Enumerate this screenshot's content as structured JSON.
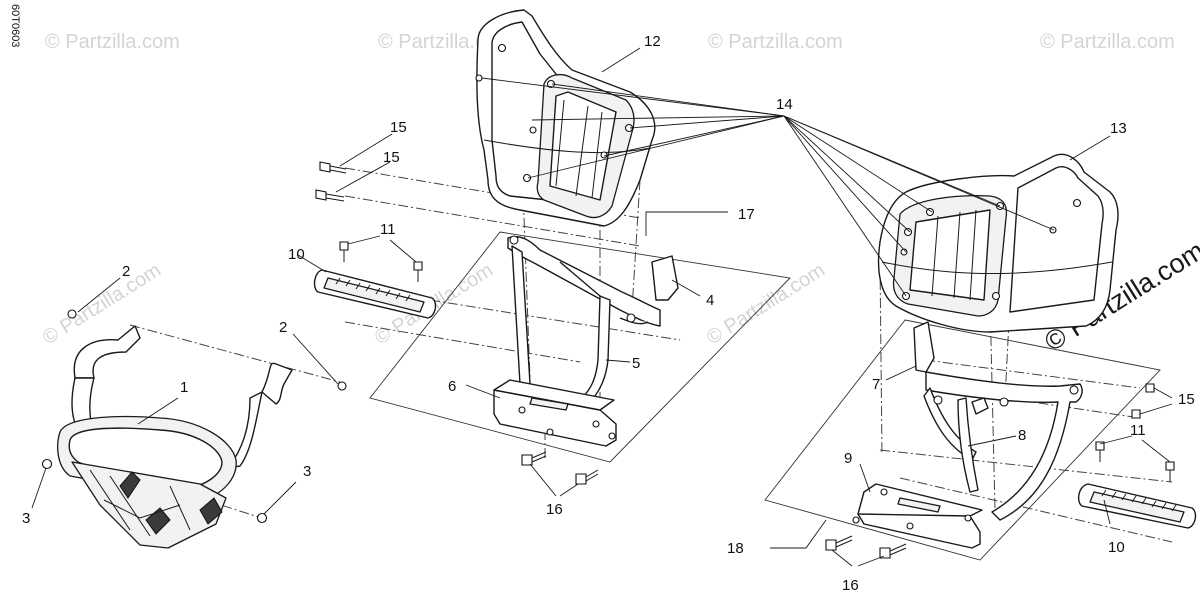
{
  "diagram": {
    "doc_code": "60T0603",
    "watermark_text": "© Partzilla.com",
    "brand_watermark": "© Partzilla.com",
    "callouts": [
      "1",
      "2",
      "2",
      "3",
      "3",
      "4",
      "5",
      "6",
      "7",
      "8",
      "9",
      "10",
      "10",
      "11",
      "11",
      "12",
      "13",
      "14",
      "15",
      "15",
      "15",
      "16",
      "16",
      "17",
      "18"
    ]
  }
}
